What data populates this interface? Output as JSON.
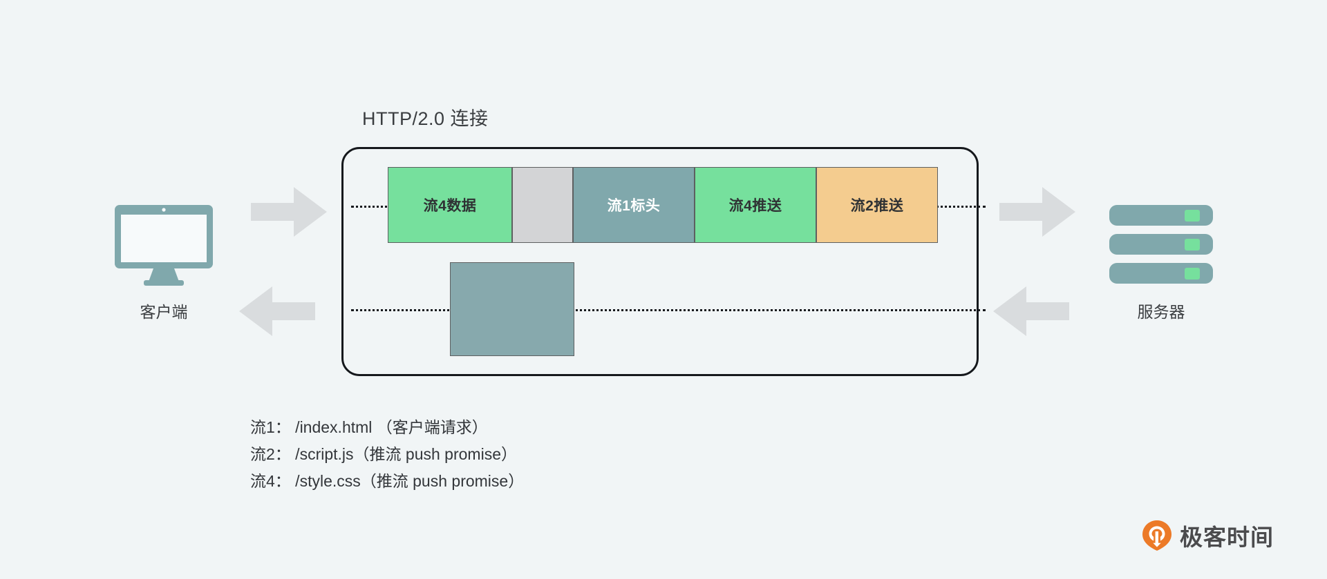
{
  "diagram": {
    "title": "HTTP/2.0 连接",
    "type": "sequence-flow",
    "background_color": "#f1f5f6"
  },
  "endpoints": {
    "client": {
      "label": "客户端",
      "icon": "monitor-icon",
      "color": "#80a8ac"
    },
    "server": {
      "label": "服务器",
      "icon": "server-rack-icon",
      "color": "#80a8ac",
      "indicator_color": "#76e09d"
    }
  },
  "arrows": {
    "color": "#d9dcde",
    "client_to_server": "arrow-right",
    "server_to_client": "arrow-left"
  },
  "frames": [
    {
      "label": "流4数据",
      "color": "#76e09d",
      "text_color": "#2f3234",
      "width": 180
    },
    {
      "label": "",
      "color": "#d3d4d6",
      "text_color": "#2f3234",
      "width": 88
    },
    {
      "label": "流1标头",
      "color": "#80a8ac",
      "text_color": "#ffffff",
      "width": 176
    },
    {
      "label": "流4推送",
      "color": "#76e09d",
      "text_color": "#2f3234",
      "width": 176
    },
    {
      "label": "流2推送",
      "color": "#f4cc8f",
      "text_color": "#2f3234",
      "width": 176
    }
  ],
  "response_block": {
    "label": "",
    "color": "#87a9ad"
  },
  "legend": [
    "流1： /index.html （客户端请求）",
    "流2： /script.js（推流 push promise）",
    "流4： /style.css（推流 push promise）"
  ],
  "watermark": {
    "text": "极客时间",
    "logo_color": "#ec7a28"
  }
}
